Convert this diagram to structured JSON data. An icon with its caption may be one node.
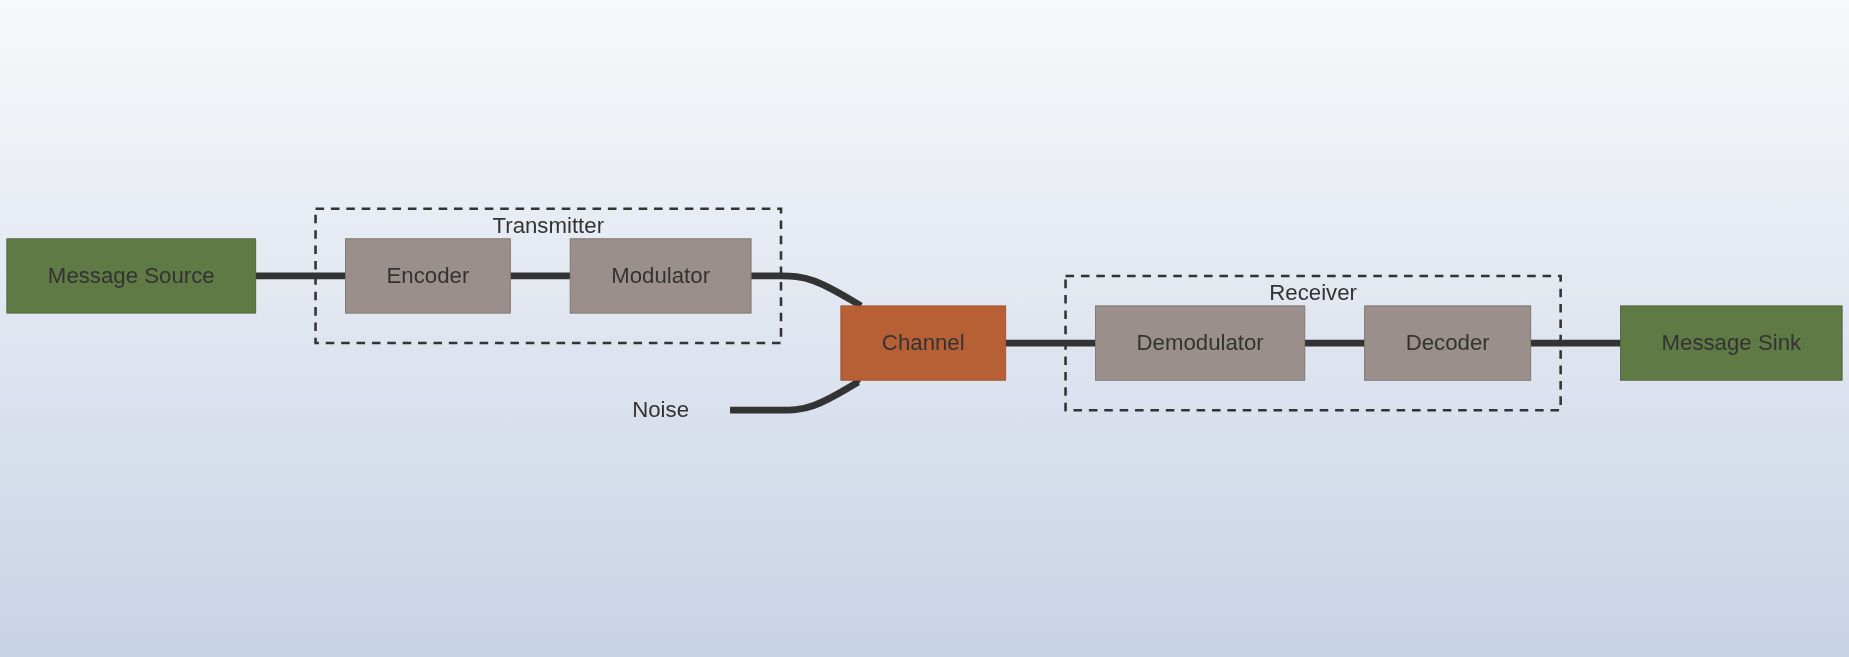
{
  "diagram": {
    "nodes": [
      {
        "text": [
          "Message Source"
        ]
      },
      {
        "text": [
          "Transmitter"
        ]
      },
      {
        "text": [
          "Encoder"
        ],
        "in": 1
      },
      {
        "text": [
          "Modulator"
        ],
        "in": 1
      },
      {
        "text": [
          "Noise"
        ]
      },
      {
        "text": [
          "Channel"
        ]
      },
      {
        "text": [
          "Receiver"
        ]
      },
      {
        "text": [
          "Decoder"
        ],
        "in": 6
      },
      {
        "text": [
          "Demodulator"
        ],
        "in": 6
      },
      {
        "text": [
          "Message Sink"
        ]
      }
    ],
    "edges": [
      {
        "from": 0,
        "to": 2,
        "arrow": "none"
      },
      {
        "from": 2,
        "to": 3,
        "arrow": "none"
      },
      {
        "from": 3,
        "to": 5,
        "arrow": "none"
      },
      {
        "from": 4,
        "to": 5,
        "arrow": "to"
      },
      {
        "from": 5,
        "to": 8,
        "arrow": "none"
      },
      {
        "from": 8,
        "to": 7,
        "arrow": "none"
      },
      {
        "from": 7,
        "to": 9,
        "arrow": "none"
      }
    ]
  }
}
